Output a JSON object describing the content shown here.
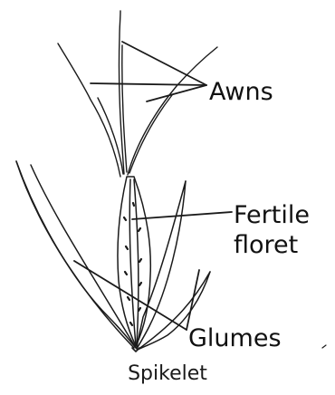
{
  "labels": {
    "awns": "Awns",
    "fertile_line1": "Fertile",
    "fertile_line2": "floret",
    "glumes": "Glumes"
  },
  "caption": "Spikelet",
  "colors": {
    "ink": "#1a1a1a",
    "background": "#ffffff"
  }
}
